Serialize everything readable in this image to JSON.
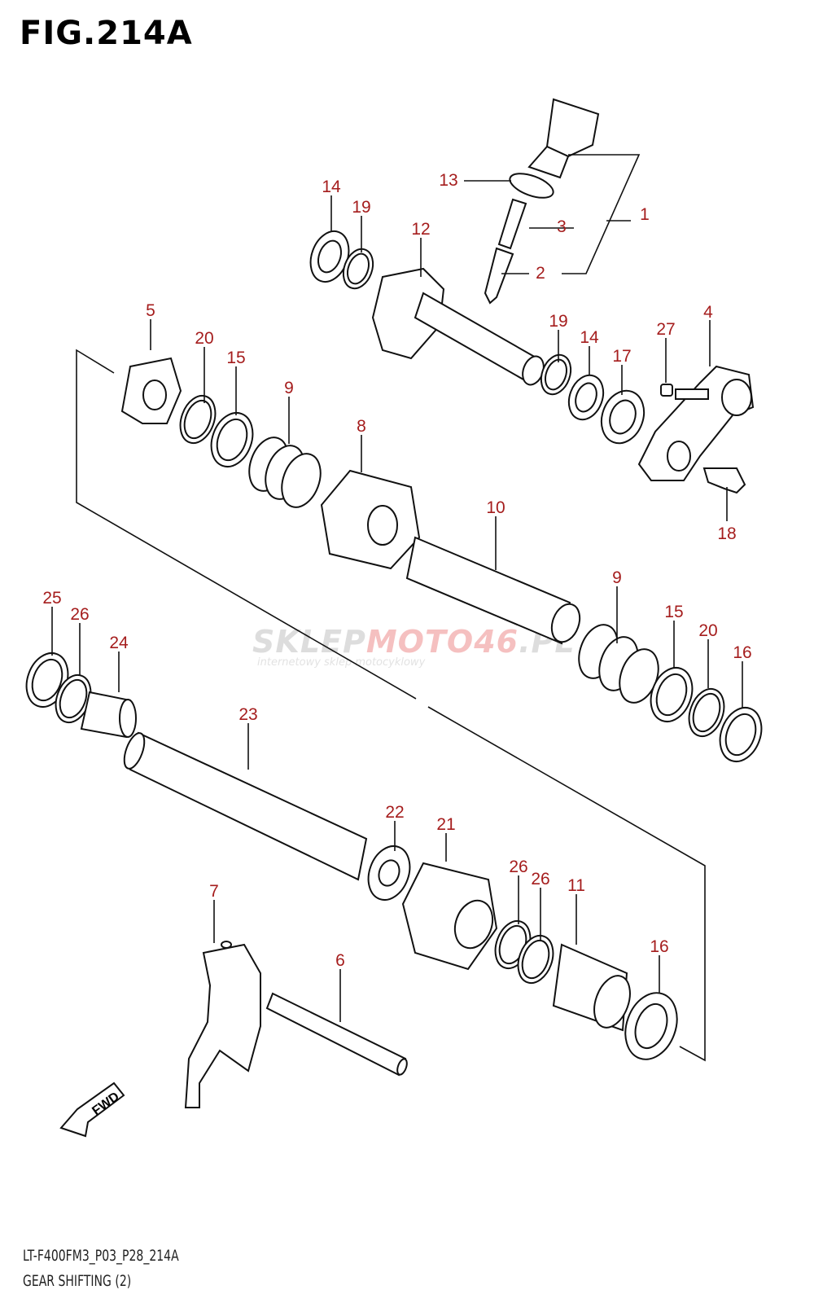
{
  "title": "FIG.214A",
  "footer": {
    "model_code": "LT-F400FM3_P03_P28_214A",
    "description": "GEAR SHIFTING (2)"
  },
  "watermark": {
    "brand_prefix": "SKLEP",
    "brand_moto": "MOTO",
    "brand_num": "46",
    "brand_suffix": ".PL",
    "tagline": "internetowy sklep motocyklowy"
  },
  "fwd_label": "FWD",
  "callouts": [
    "1",
    "2",
    "3",
    "4",
    "5",
    "6",
    "7",
    "8",
    "9",
    "9",
    "10",
    "11",
    "12",
    "13",
    "14",
    "14",
    "15",
    "15",
    "16",
    "16",
    "17",
    "18",
    "19",
    "19",
    "20",
    "20",
    "21",
    "22",
    "23",
    "24",
    "25",
    "26",
    "26",
    "26",
    "27"
  ],
  "colors": {
    "callout": "#a51d1d",
    "line": "#111111"
  }
}
